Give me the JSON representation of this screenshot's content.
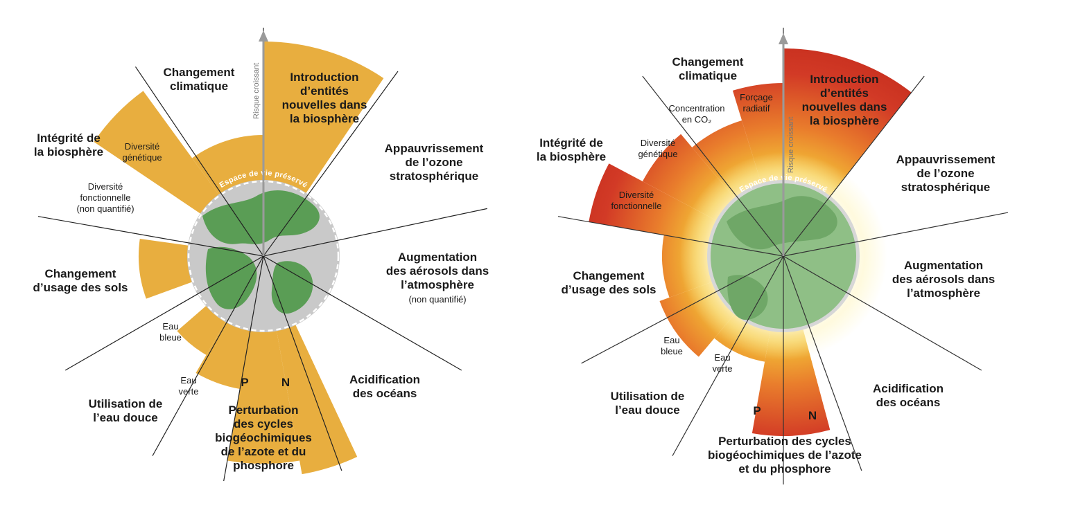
{
  "colors": {
    "safe_green": "#5a9d55",
    "safe_green_light": "#8fbf86",
    "globe_gray": "#c9c9c9",
    "left_exceed": "#e8ae3f",
    "right_inner": "#f3c238",
    "right_mid": "#e97d2c",
    "right_outer": "#d23a26",
    "line": "#222222",
    "axis": "#9a9a9a"
  },
  "shared": {
    "safe_space": "Espace de vie préservé",
    "risk_axis": "Risque croissant"
  },
  "left": {
    "labels": {
      "novel_entities": [
        "Introduction",
        "d’entités",
        "nouvelles dans",
        "la biosphère"
      ],
      "ozone": [
        "Appauvrissement",
        "de l’ozone",
        "stratosphérique"
      ],
      "aerosols": [
        "Augmentation",
        "des aérosols dans",
        "l’atmosphère"
      ],
      "aerosols_note": "(non quantifié)",
      "acidification": [
        "Acidification",
        "des océans"
      ],
      "biogeo": [
        "Perturbation",
        "des cycles",
        "biogéochimiques",
        "de l’azote et du",
        "phosphore"
      ],
      "p": "P",
      "n": "N",
      "freshwater": [
        "Utilisation de",
        "l’eau douce"
      ],
      "green_water": [
        "Eau",
        "verte"
      ],
      "blue_water": [
        "Eau",
        "bleue"
      ],
      "land": [
        "Changement",
        "d’usage des sols"
      ],
      "functional": [
        "Diversité",
        "fonctionnelle",
        "(non quantifié)"
      ],
      "biosphere": [
        "Intégrité de",
        "la biosphère"
      ],
      "genetic": [
        "Diversité",
        "génétique"
      ],
      "climate": [
        "Changement",
        "climatique"
      ]
    }
  },
  "right": {
    "labels": {
      "climate": [
        "Changement",
        "climatique"
      ],
      "co2": [
        "Concentration",
        "en CO₂"
      ],
      "forcing": [
        "Forçage",
        "radiatif"
      ],
      "novel_entities": [
        "Introduction",
        "d’entités",
        "nouvelles dans",
        "la biosphère"
      ],
      "ozone": [
        "Appauvrissement",
        "de l’ozone",
        "stratosphérique"
      ],
      "aerosols": [
        "Augmentation",
        "des aérosols dans",
        "l’atmosphère"
      ],
      "acidification": [
        "Acidification",
        "des océans"
      ],
      "biogeo": [
        "Perturbation des cycles",
        "biogéochimiques de l’azote",
        "et du phosphore"
      ],
      "p": "P",
      "n": "N",
      "freshwater": [
        "Utilisation de",
        "l’eau douce"
      ],
      "green_water": [
        "Eau",
        "verte"
      ],
      "blue_water": [
        "Eau",
        "bleue"
      ],
      "land": [
        "Changement",
        "d’usage des sols"
      ],
      "biosphere": [
        "Intégrité de",
        "la biosphère"
      ],
      "genetic": [
        "Diversité",
        "génétique"
      ],
      "functional": [
        "Diversité",
        "fonctionnelle"
      ]
    }
  }
}
